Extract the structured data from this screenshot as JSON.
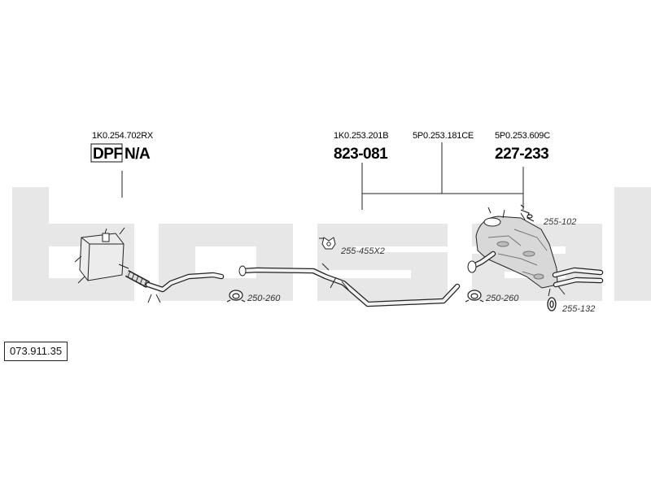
{
  "watermark": "bosal",
  "dpf": {
    "oem_number": "1K0.254.702RX",
    "tag": "DPF",
    "value": "N/A"
  },
  "part_columns": [
    {
      "oem_number": "1K0.253.201B",
      "part_number": "823-081"
    },
    {
      "oem_number": "5P0.253.181CE",
      "part_number": ""
    },
    {
      "oem_number": "5P0.253.609C",
      "part_number": "227-233"
    }
  ],
  "accessories": [
    {
      "code": "255-455X2",
      "icon": "rubber-hanger-icon"
    },
    {
      "code": "250-260",
      "icon": "pipe-clamp-icon"
    },
    {
      "code": "250-260",
      "icon": "pipe-clamp-icon"
    },
    {
      "code": "255-102",
      "icon": "hanger-bracket-icon"
    },
    {
      "code": "255-132",
      "icon": "mounting-ring-icon"
    }
  ],
  "reference_number": "073.911.35"
}
